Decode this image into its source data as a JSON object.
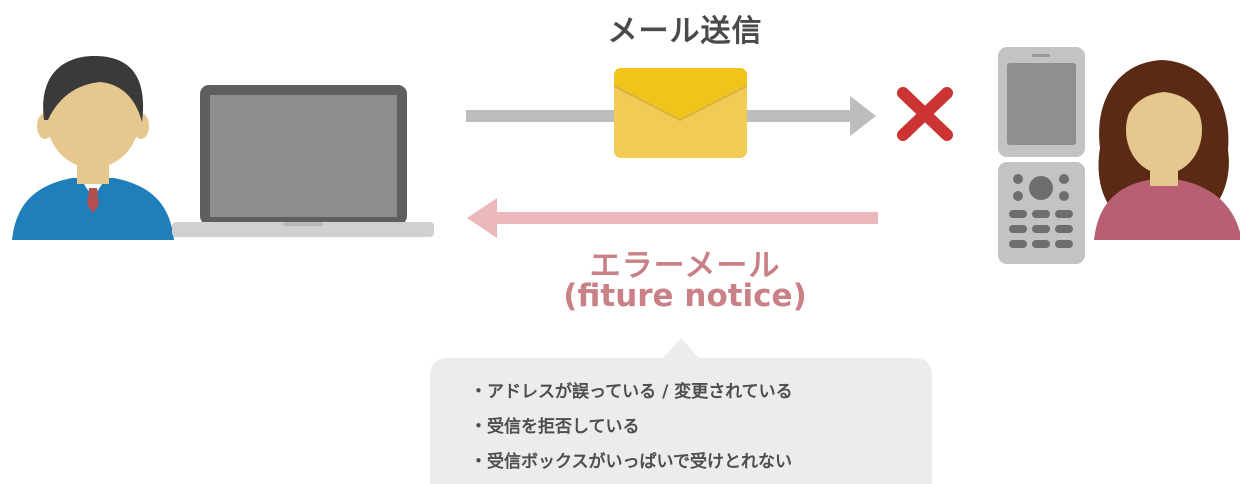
{
  "send_label": "メール送信",
  "error_label": "エラーメール",
  "error_sublabel": "(fiture notice)",
  "reasons": [
    "・アドレスが誤っている / 変更されている",
    "・受信を拒否している",
    "・受信ボックスがいっぱいで受けとれない"
  ],
  "icons": {
    "sender": "man-avatar-icon",
    "laptop": "laptop-icon",
    "envelope": "envelope-icon",
    "fail": "x-mark-icon",
    "phone": "flip-phone-icon",
    "recipient": "woman-avatar-icon"
  },
  "colors": {
    "send_arrow": "#bdbdbd",
    "error_arrow": "#ebb9bc",
    "fail_mark": "#cc3333",
    "error_text": "#c98087",
    "envelope": "#f0c41b"
  }
}
